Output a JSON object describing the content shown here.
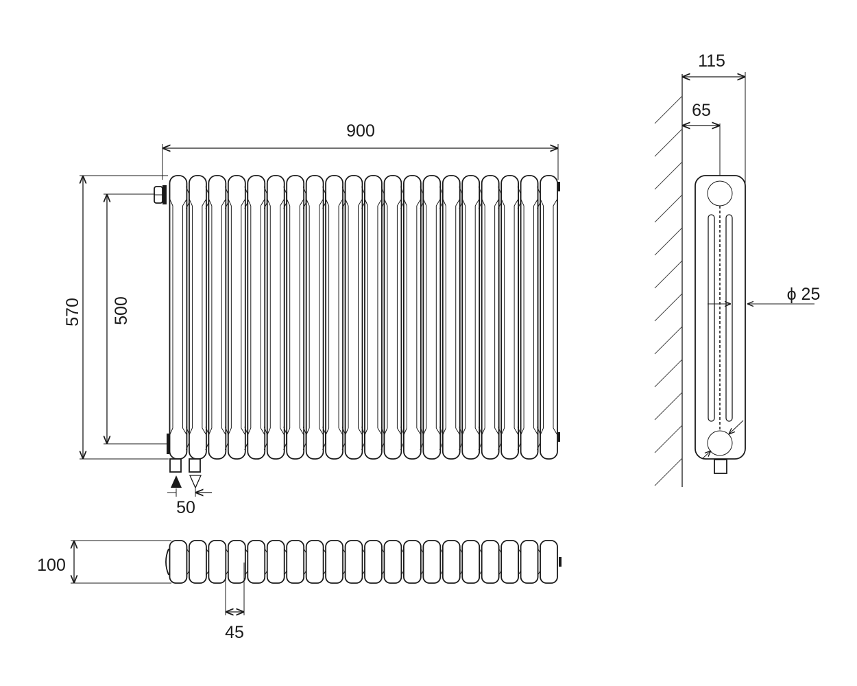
{
  "drawing": {
    "front_view": {
      "section_count": 20,
      "width_label": "900",
      "height_label": "570",
      "connection_center_label": "500",
      "pipe_spacing_label": "50"
    },
    "top_view": {
      "depth_label": "100",
      "section_pitch_label": "45"
    },
    "side_view": {
      "wall_distance_total_label": "115",
      "wall_to_center_label": "65",
      "pipe_diameter_label": "ϕ 25"
    },
    "colors": {
      "line": "#1a1a1a",
      "background": "#ffffff"
    }
  }
}
